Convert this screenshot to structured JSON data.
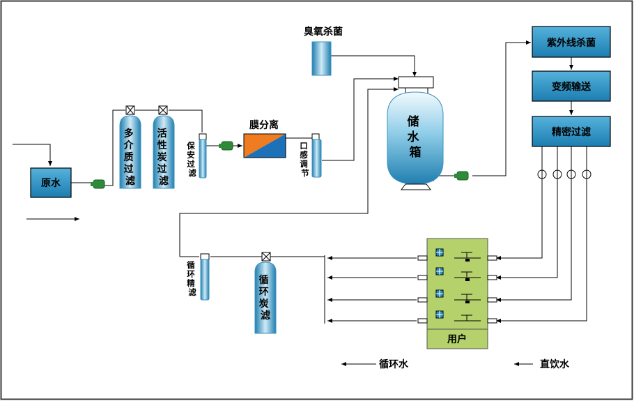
{
  "labels": {
    "raw_water": "原水",
    "multi_media": "多介质过滤",
    "activated_carbon": "活性炭过滤",
    "security_filter": "保安过滤",
    "membrane": "膜分离",
    "taste_adjust": "口感调节",
    "ozone": "臭氧杀菌",
    "storage_tank": "储水箱",
    "uv": "紫外线杀菌",
    "vfd": "变频输送",
    "precision": "精密过滤",
    "circ_precision": "循环精滤",
    "circ_carbon": "循环炭滤",
    "user": "用户",
    "recirculation": "循环水",
    "direct_drinking": "直饮水"
  },
  "colors": {
    "frame": "#3a3a3a",
    "box_fill": "#2b93c2",
    "tank_top": "#eef8fc",
    "tank_bottom": "#1f7fb0",
    "pump": "#2f8a3a",
    "membrane_orange": "#f07c22",
    "membrane_blue": "#1c71b8",
    "user_panel": "#b5d16c"
  }
}
